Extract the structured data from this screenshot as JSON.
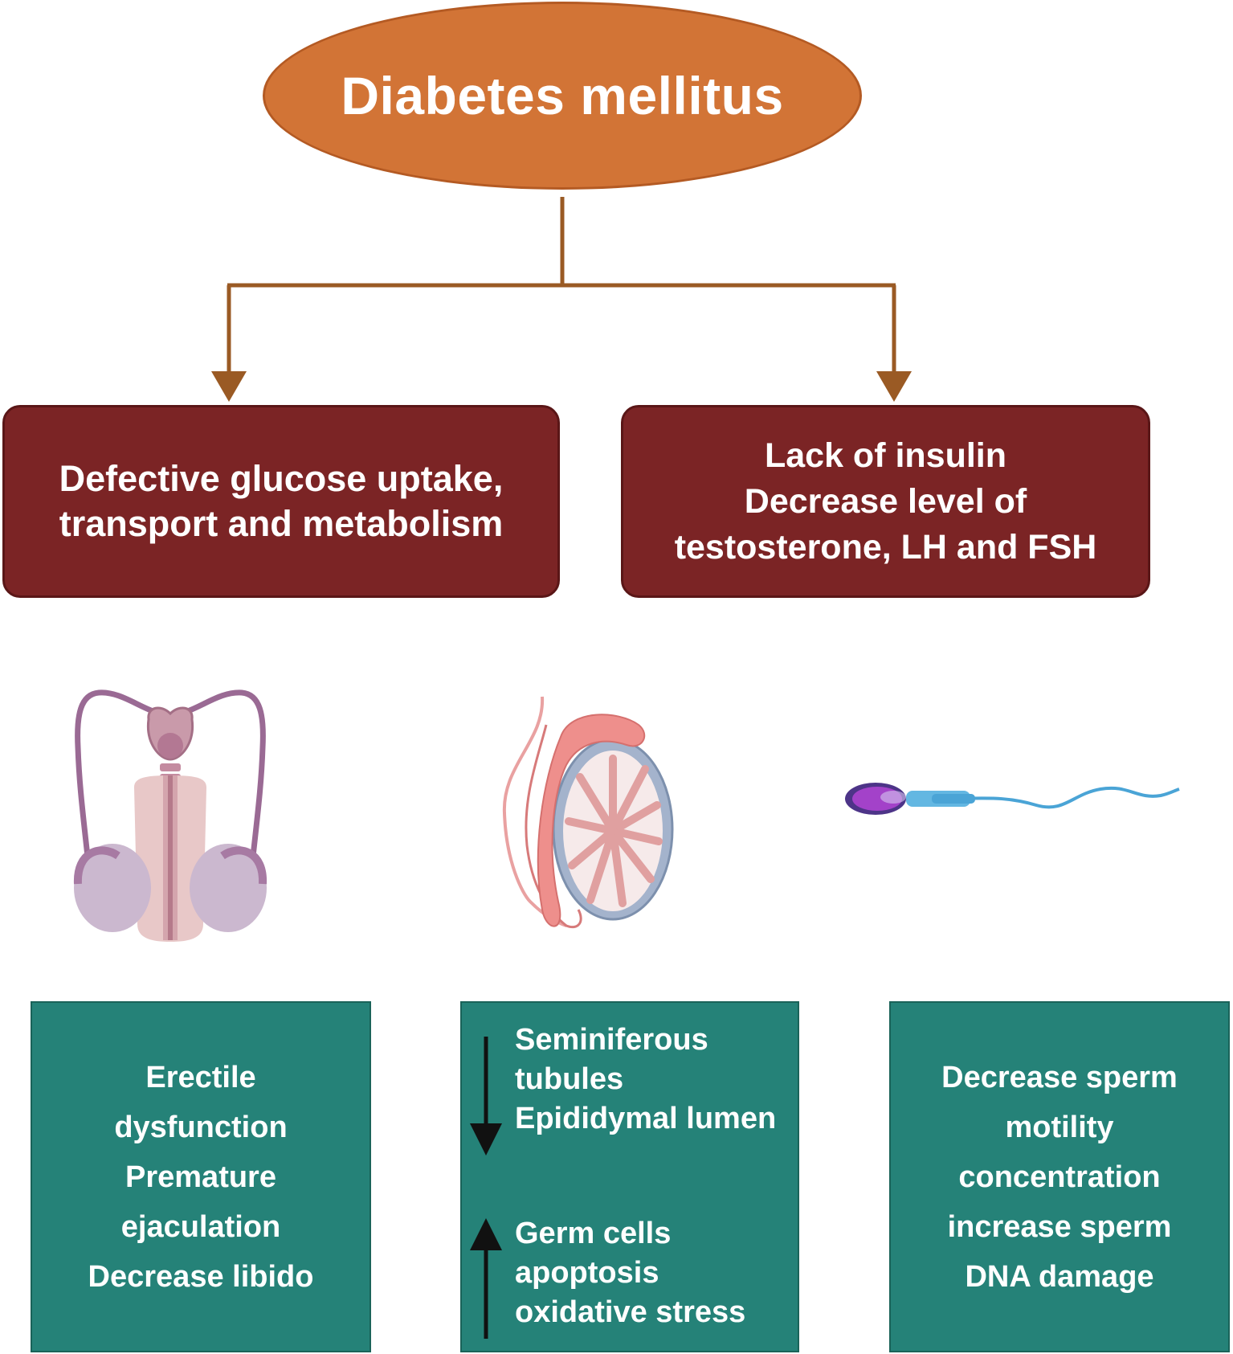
{
  "root": {
    "label": "Diabetes mellitus"
  },
  "causes": [
    {
      "lines": [
        "Defective glucose uptake,",
        "transport and metabolism"
      ]
    },
    {
      "lines": [
        "Lack of insulin",
        "Decrease level of",
        "testosterone, LH and FSH"
      ]
    }
  ],
  "effects": [
    {
      "lines": [
        "Erectile",
        "dysfunction",
        "Premature",
        "ejaculation",
        "Decrease libido"
      ]
    },
    {
      "decrease": {
        "lines": [
          "Seminiferous",
          "tubules",
          "Epididymal lumen"
        ]
      },
      "increase": {
        "lines": [
          "Germ cells",
          "apoptosis",
          "oxidative stress"
        ]
      }
    },
    {
      "lines": [
        "Decrease sperm",
        "motility",
        "concentration",
        "increase sperm",
        "DNA damage"
      ]
    }
  ],
  "colors": {
    "root_fill": "#d27436",
    "cause_fill": "#7b2425",
    "effect_fill": "#258278",
    "connector": "#9a5a24"
  },
  "icons": [
    "male-reproductive-system-icon",
    "testis-cross-section-icon",
    "sperm-cell-icon",
    "down-arrow-icon",
    "up-arrow-icon"
  ]
}
